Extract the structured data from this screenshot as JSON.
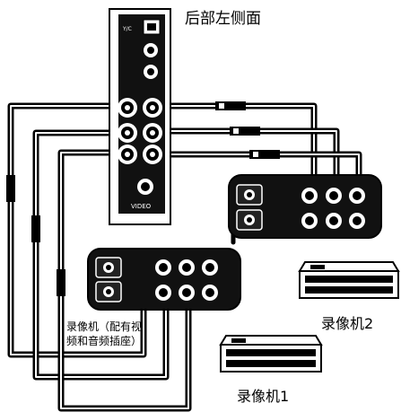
{
  "labels": {
    "rear_left_side": "后部左侧面",
    "vcr2": "录像机2",
    "vcr1": "录像机1",
    "vcr1_note_line1": "录像机（配有视",
    "vcr1_note_line2": "频和音频插座）"
  },
  "device_text": {
    "top_jack": "Y/C",
    "bottom_mark": "VIDEO"
  },
  "colors": {
    "ink": "#000000",
    "device_fill": "#1a1a1a",
    "jack_ring": "#ffffff",
    "paper": "#ffffff"
  }
}
